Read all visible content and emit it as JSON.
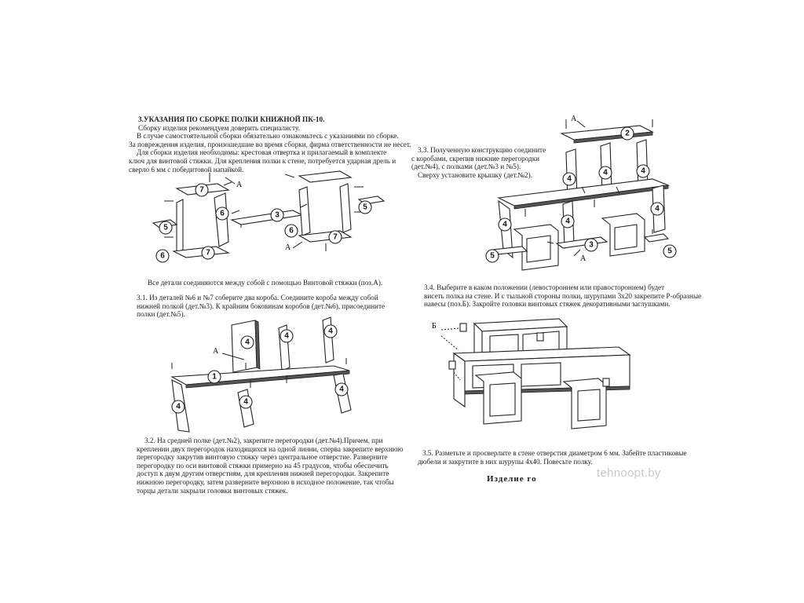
{
  "section": {
    "heading": "3.УКАЗАНИЯ ПО СБОРКЕ  ПОЛКИ КНИЖНОЙ ПК-10.",
    "intro": [
      "Сборку изделия рекомендуем доверить специалисту.",
      "В  случае  самостоятельной  сборки  обязательно ознакомьтесь с указаниями  по сборке.",
      "За повреждения изделия, произошедшие во время сборки, фирма ответственности не несет.",
      "Для  сборки  изделия  необходимы:  крестовая  отвертка  и   прилагаемый  в комплекте",
      "ключ  для  винтовой стяжки.   Для  крепления  полки  к  стене,  потребуется ударная дрель и",
      "сверло 6 мм с победитовой напайкой."
    ]
  },
  "fig1": {
    "labels": {
      "num7a": "7",
      "num7b": "7",
      "num7c": "7",
      "num6a": "6",
      "num6b": "6",
      "num6c": "6",
      "num5a": "5",
      "num5b": "5",
      "num3": "3",
      "letterA1": "А",
      "letterA2": "А"
    },
    "caption": "Все  детали соединяются между собой с помощью Винтовой стяжки (поз.А)."
  },
  "step31": {
    "text": [
      "3.1. Из деталей №6 и №7 соберите два короба. Соедините короба между собой",
      "нижней полкой (дет.№3). К крайним боковинам коробов (дет.№6), присоедините",
      "полки (дет.№5)."
    ]
  },
  "fig2": {
    "labels": {
      "num4a": "4",
      "num4b": "4",
      "num4c": "4",
      "num4d": "4",
      "num4e": "4",
      "num4f": "4",
      "num1": "1",
      "letterA": "А"
    }
  },
  "step32": {
    "text": [
      "3.2. На средней полке (дет.№2), закрепите перегородки (дет.№4).Причем, при",
      "креплении двух перегородок находящихся на одной линии, сперва закрепите верхнюю",
      "перегородку закрутив винтовую стяжку через центральное отверстие. Разверните",
      "перегородку по оси винтовой стяжки примерно на 45 градусов, чтобы обеспечить",
      "доступ к двум другим отверстиям, для крепления нижней перегородки. Закрепите",
      "нижнюю перегородку, затем разверните верхнюю в исходное положение, так чтобы",
      "торцы детали закрыли головки винтовых стяжек."
    ]
  },
  "step33": {
    "text": [
      "3.3. Полученную конструкцию соедините",
      "с коробами, скрепив нижние перегородки",
      "(дет.№4), с полками (дет.№3 и №5).",
      "Сверху установите крышку (дет.№2)."
    ]
  },
  "fig3": {
    "labels": {
      "num2": "2",
      "num4a": "4",
      "num4b": "4",
      "num4c": "4",
      "num4d": "4",
      "num4e": "4",
      "num4f": "4",
      "num3": "3",
      "num5a": "5",
      "num5b": "5",
      "letterA1": "А",
      "letterA2": "А"
    }
  },
  "step34": {
    "text": [
      "3.4. Выберите в каком положении (левостороннем или правостороннем) будет",
      "висеть полка на стене. И с тыльной стороны полки, шурупами 3х20 закрепите Р-образные",
      "навесы (поз.Б). Закройте головки винтовых стяжек декоративными заглушками."
    ]
  },
  "fig4": {
    "labels": {
      "letterB": "Б"
    }
  },
  "step35": {
    "text": [
      "3.5. Разметьте и просверлите в стене отверстия диаметром 6 мм. Забейте пластиковые",
      "дюбели и закрутите в них шурупы 4х40. Повесьте полку."
    ]
  },
  "final_label": "Изделие  го",
  "watermark": "tehnoopt.by"
}
